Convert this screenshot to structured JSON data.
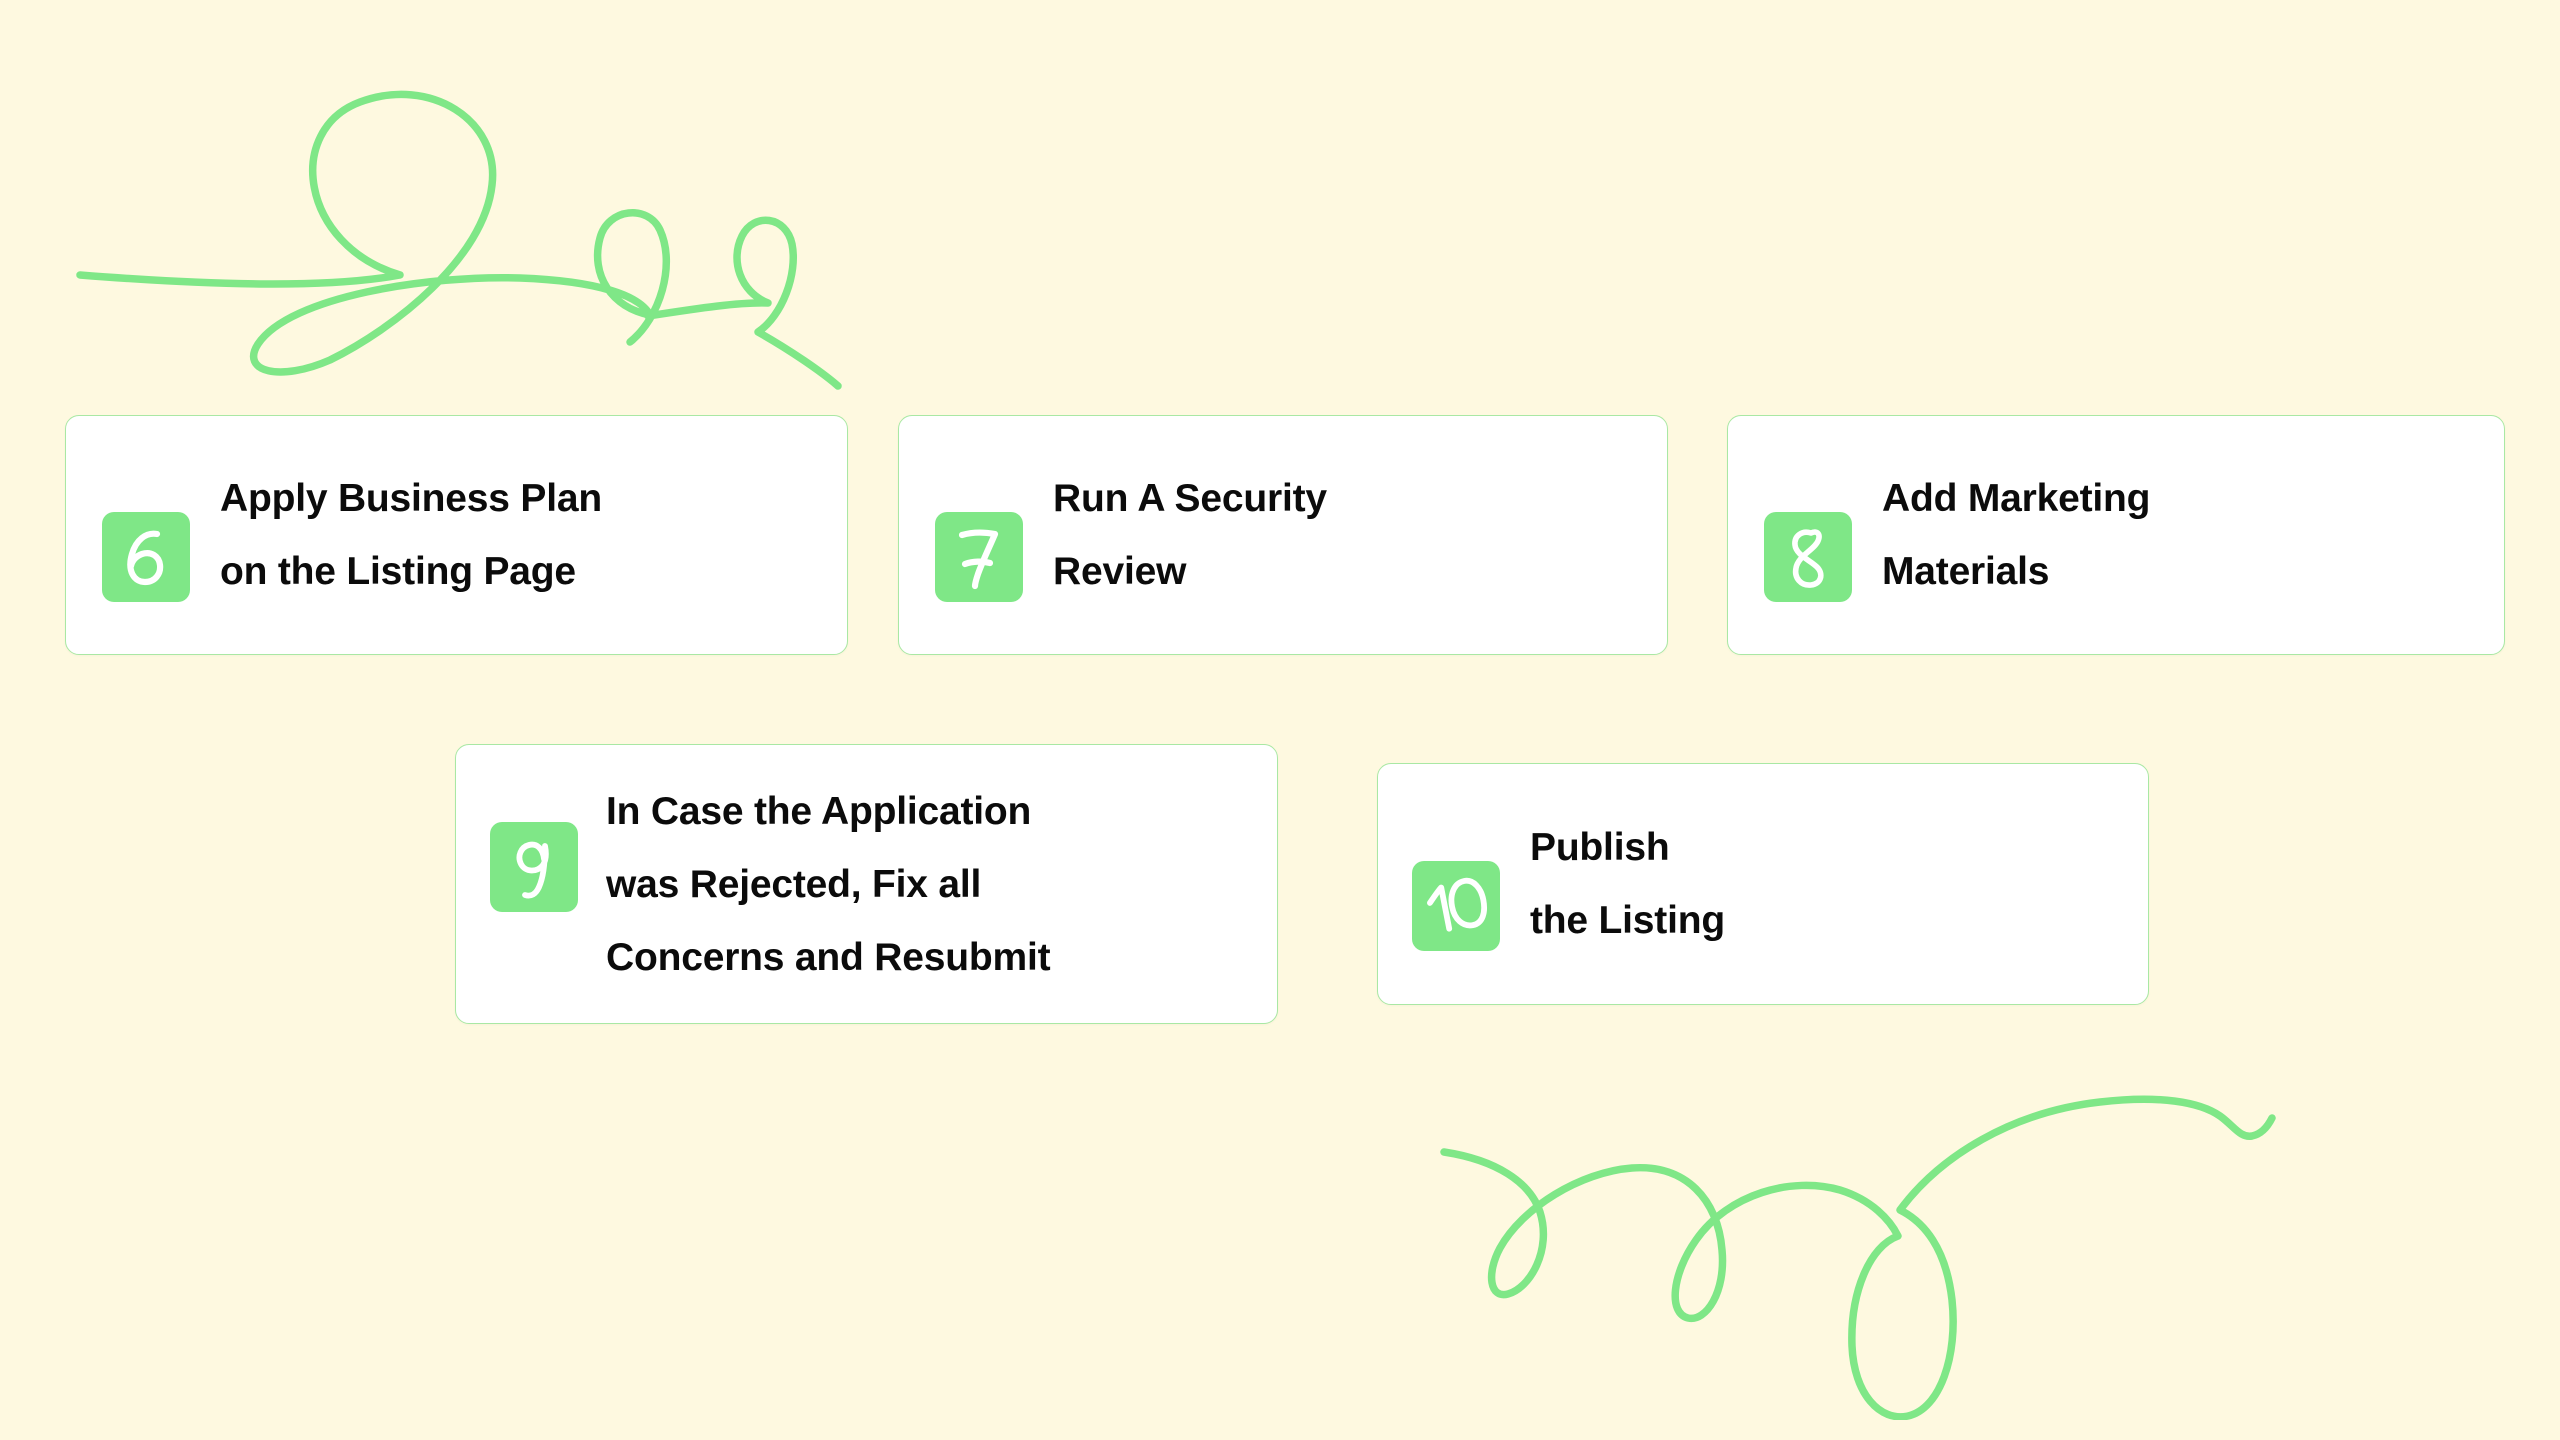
{
  "theme": {
    "background_color": "#FEF9E0",
    "card_background": "#FFFFFF",
    "card_border_color": "#A9E8A4",
    "badge_color": "#7FE787",
    "badge_text_color": "#FFFFFF",
    "title_text_color": "#0B0B0B",
    "doodle_color": "#7FE787"
  },
  "decorations": [
    {
      "name": "top-left-squiggle",
      "color": "#7FE787"
    },
    {
      "name": "bottom-right-squiggle",
      "color": "#7FE787"
    }
  ],
  "steps": [
    {
      "number": "6",
      "title": "Apply Business Plan\non the Listing Page",
      "row": 1
    },
    {
      "number": "7",
      "title": "Run A Security\nReview",
      "row": 1
    },
    {
      "number": "8",
      "title": "Add Marketing\nMaterials",
      "row": 1
    },
    {
      "number": "9",
      "title": "In Case the Application\nwas Rejected, Fix all\nConcerns and Resubmit",
      "row": 2
    },
    {
      "number": "10",
      "title": "Publish\nthe Listing",
      "row": 2
    }
  ]
}
